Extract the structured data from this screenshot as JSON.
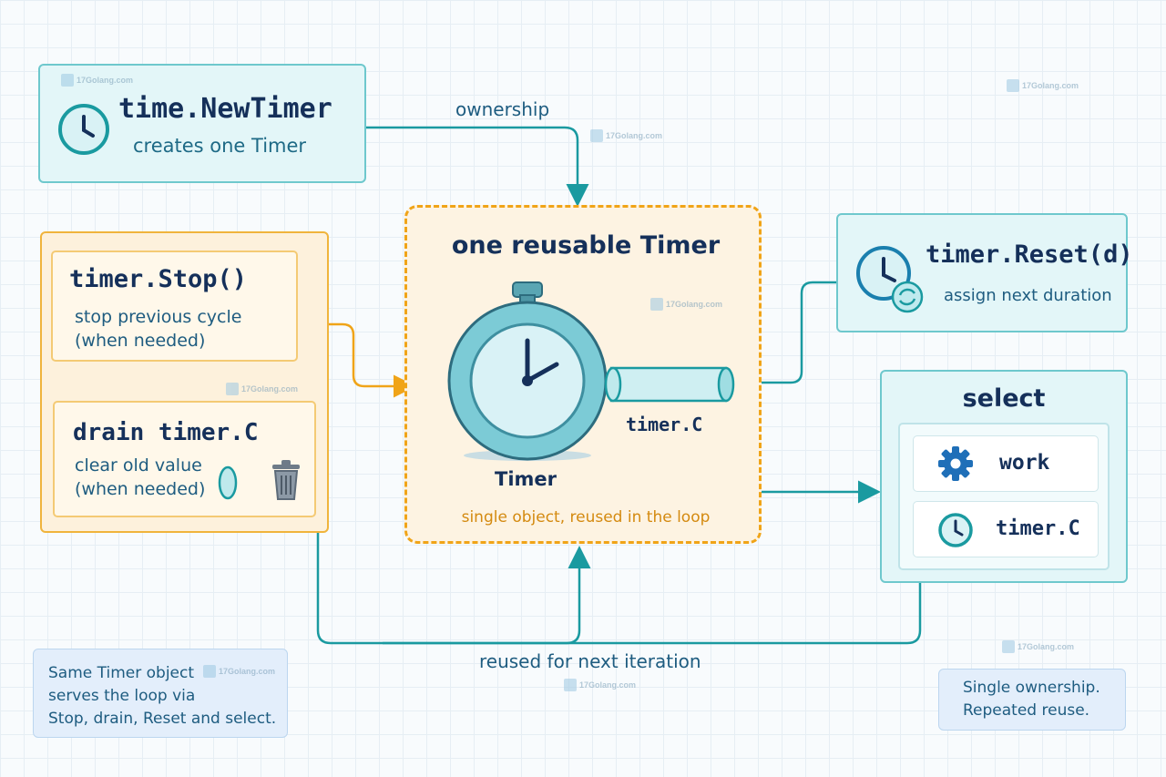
{
  "newtimer": {
    "title": "time.NewTimer",
    "subtitle": "creates one Timer"
  },
  "ownership_label": "ownership",
  "stop": {
    "title": "timer.Stop()",
    "line1": "stop previous cycle",
    "line2": "(when needed)"
  },
  "drain": {
    "title": "drain timer.C",
    "line1": "clear old value",
    "line2": "(when needed)"
  },
  "center": {
    "title": "one reusable Timer",
    "timer_label": "Timer",
    "channel_label": "timer.C",
    "caption": "single object, reused in the loop"
  },
  "reset": {
    "title": "timer.Reset(d)",
    "subtitle": "assign next duration"
  },
  "select": {
    "title": "select",
    "case_work": "work",
    "case_timer": "timer.C"
  },
  "loop_label": "reused for next iteration",
  "note_left": {
    "line1": "Same Timer object",
    "line2": "serves the loop via",
    "line3": "Stop, drain, Reset and select."
  },
  "note_right": {
    "line1": "Single ownership.",
    "line2": "Repeated reuse."
  },
  "watermark": "17Golang.com",
  "colors": {
    "teal": "#1a9aa0",
    "orange": "#f0a418",
    "navy": "#15305a"
  },
  "icons": [
    "clock-icon",
    "stopwatch-icon",
    "channel-pipe-icon",
    "trash-icon",
    "gear-icon",
    "refresh-icon"
  ]
}
